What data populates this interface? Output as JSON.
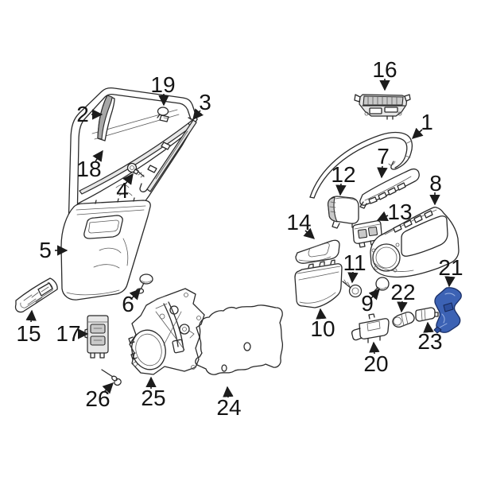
{
  "diagram": {
    "background_color": "#ffffff",
    "line_color": "#2a2a2a",
    "label_color": "#141414",
    "highlight_color": "#3c62b4",
    "highlighted_part_number": "21",
    "callouts": {
      "c1": {
        "text": "1"
      },
      "c2": {
        "text": "2"
      },
      "c3": {
        "text": "3"
      },
      "c4": {
        "text": "4"
      },
      "c5": {
        "text": "5"
      },
      "c6": {
        "text": "6"
      },
      "c7": {
        "text": "7"
      },
      "c8": {
        "text": "8"
      },
      "c9": {
        "text": "9"
      },
      "c10": {
        "text": "10"
      },
      "c11": {
        "text": "11"
      },
      "c12": {
        "text": "12"
      },
      "c13": {
        "text": "13"
      },
      "c14": {
        "text": "14"
      },
      "c15": {
        "text": "15"
      },
      "c16": {
        "text": "16"
      },
      "c17": {
        "text": "17"
      },
      "c18": {
        "text": "18"
      },
      "c19": {
        "text": "19"
      },
      "c20": {
        "text": "20"
      },
      "c21": {
        "text": "21"
      },
      "c22": {
        "text": "22"
      },
      "c23": {
        "text": "23"
      },
      "c24": {
        "text": "24"
      },
      "c25": {
        "text": "25"
      },
      "c26": {
        "text": "26"
      }
    }
  }
}
